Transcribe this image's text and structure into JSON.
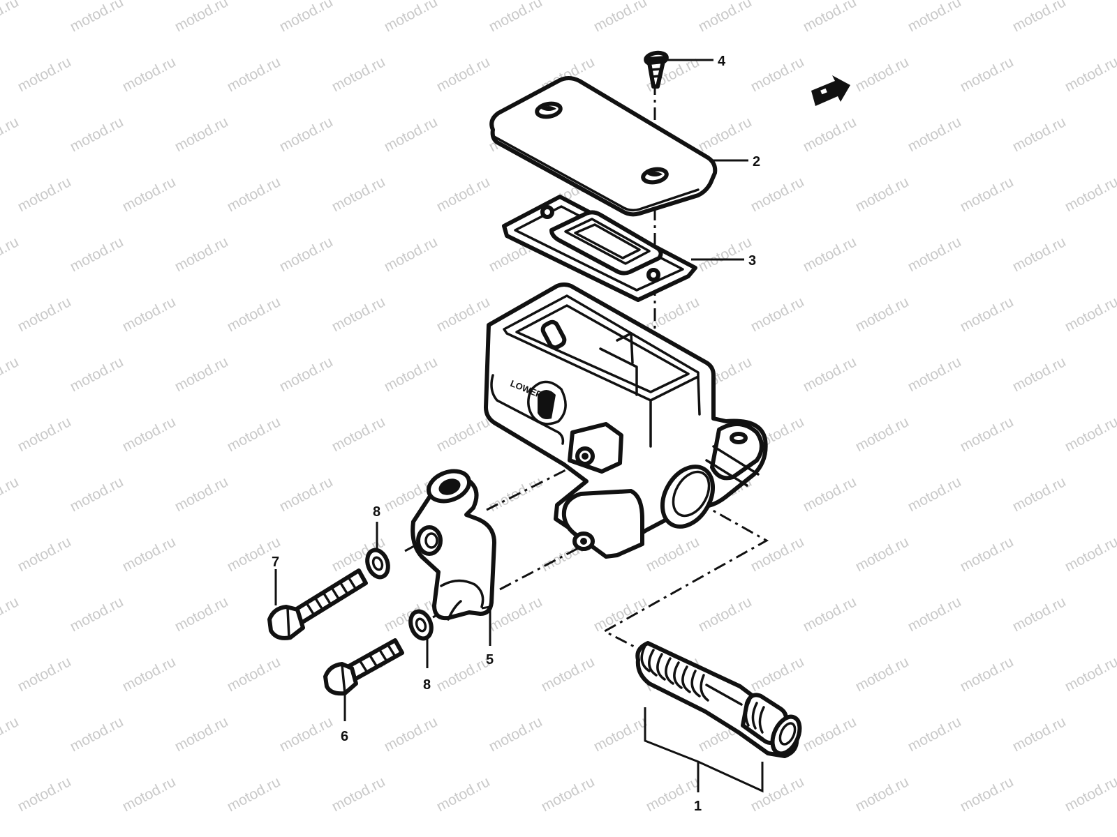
{
  "watermark": "motod.ru",
  "casting_mark": "LOWER",
  "callouts": [
    {
      "id": "1",
      "label": "1"
    },
    {
      "id": "2",
      "label": "2"
    },
    {
      "id": "3",
      "label": "3"
    },
    {
      "id": "4",
      "label": "4"
    },
    {
      "id": "5",
      "label": "5"
    },
    {
      "id": "6",
      "label": "6"
    },
    {
      "id": "7",
      "label": "7"
    },
    {
      "id": "8a",
      "label": "8"
    },
    {
      "id": "8b",
      "label": "8"
    }
  ],
  "colors": {
    "ink": "#111111",
    "watermark": "#c9c9c9",
    "background": "#ffffff"
  }
}
